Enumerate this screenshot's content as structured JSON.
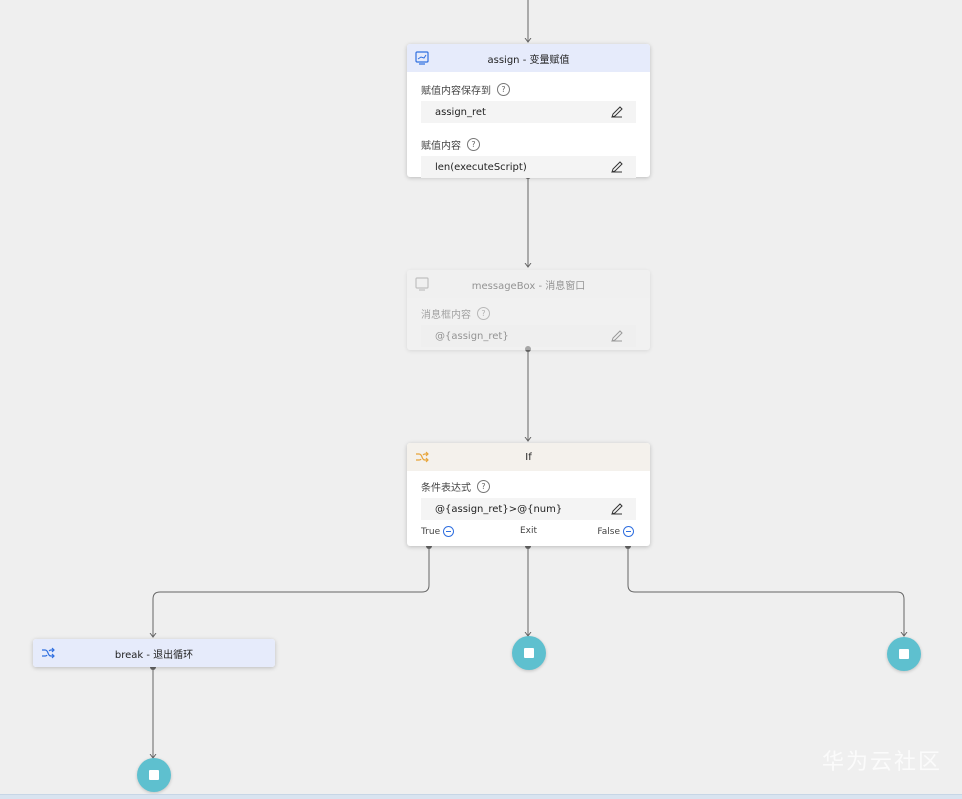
{
  "nodes": {
    "assign": {
      "title": "assign - 变量赋值",
      "fields": [
        {
          "label": "赋值内容保存到",
          "value": "assign_ret"
        },
        {
          "label": "赋值内容",
          "value": "len(executeScript)"
        }
      ]
    },
    "messagebox": {
      "title": "messageBox - 消息窗口",
      "fields": [
        {
          "label": "消息框内容",
          "value": "@{assign_ret}"
        }
      ]
    },
    "if": {
      "title": "If",
      "fields": [
        {
          "label": "条件表达式",
          "value": "@{assign_ret}>@{num}"
        }
      ],
      "branches": {
        "true": "True",
        "exit": "Exit",
        "false": "False"
      }
    },
    "break": {
      "title": "break - 退出循环"
    }
  },
  "watermark": "华为云社区",
  "colors": {
    "end_node": "#5ec0cf",
    "header_blue": "#e6ebfb",
    "header_beige": "#f4f1ec",
    "accent_blue": "#2f6fe0",
    "if_icon": "#e8a53a"
  }
}
